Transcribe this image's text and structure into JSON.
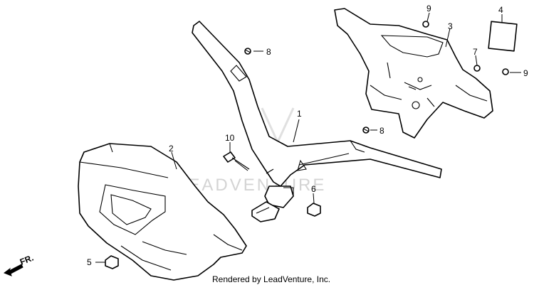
{
  "diagram": {
    "callouts": [
      "1",
      "2",
      "3",
      "4",
      "5",
      "6",
      "7",
      "8",
      "8",
      "9",
      "9",
      "10"
    ],
    "direction_label": "FR.",
    "watermark": "LEADVENTURE",
    "footer": "Rendered by LeadVenture, Inc."
  }
}
